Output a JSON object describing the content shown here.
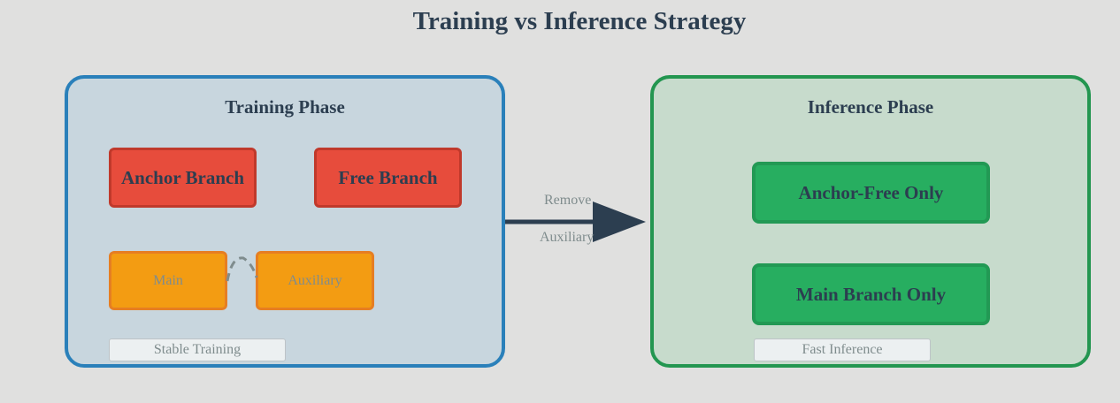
{
  "title": "Training vs Inference Strategy",
  "training": {
    "title": "Training Phase",
    "anchor_branch": "Anchor Branch",
    "free_branch": "Free Branch",
    "main": "Main",
    "auxiliary": "Auxiliary",
    "tag": "Stable Training"
  },
  "transition": {
    "line1": "Remove",
    "line2": "Auxiliary"
  },
  "inference": {
    "title": "Inference Phase",
    "anchor_free_only": "Anchor-Free Only",
    "main_branch_only": "Main Branch Only",
    "tag": "Fast Inference"
  },
  "colors": {
    "training_border": "#2a80ba",
    "inference_border": "#239650",
    "red_box": "#e74c3c",
    "orange_box": "#f39c12",
    "green_box": "#27ae60",
    "arrow": "#2c3e50"
  }
}
